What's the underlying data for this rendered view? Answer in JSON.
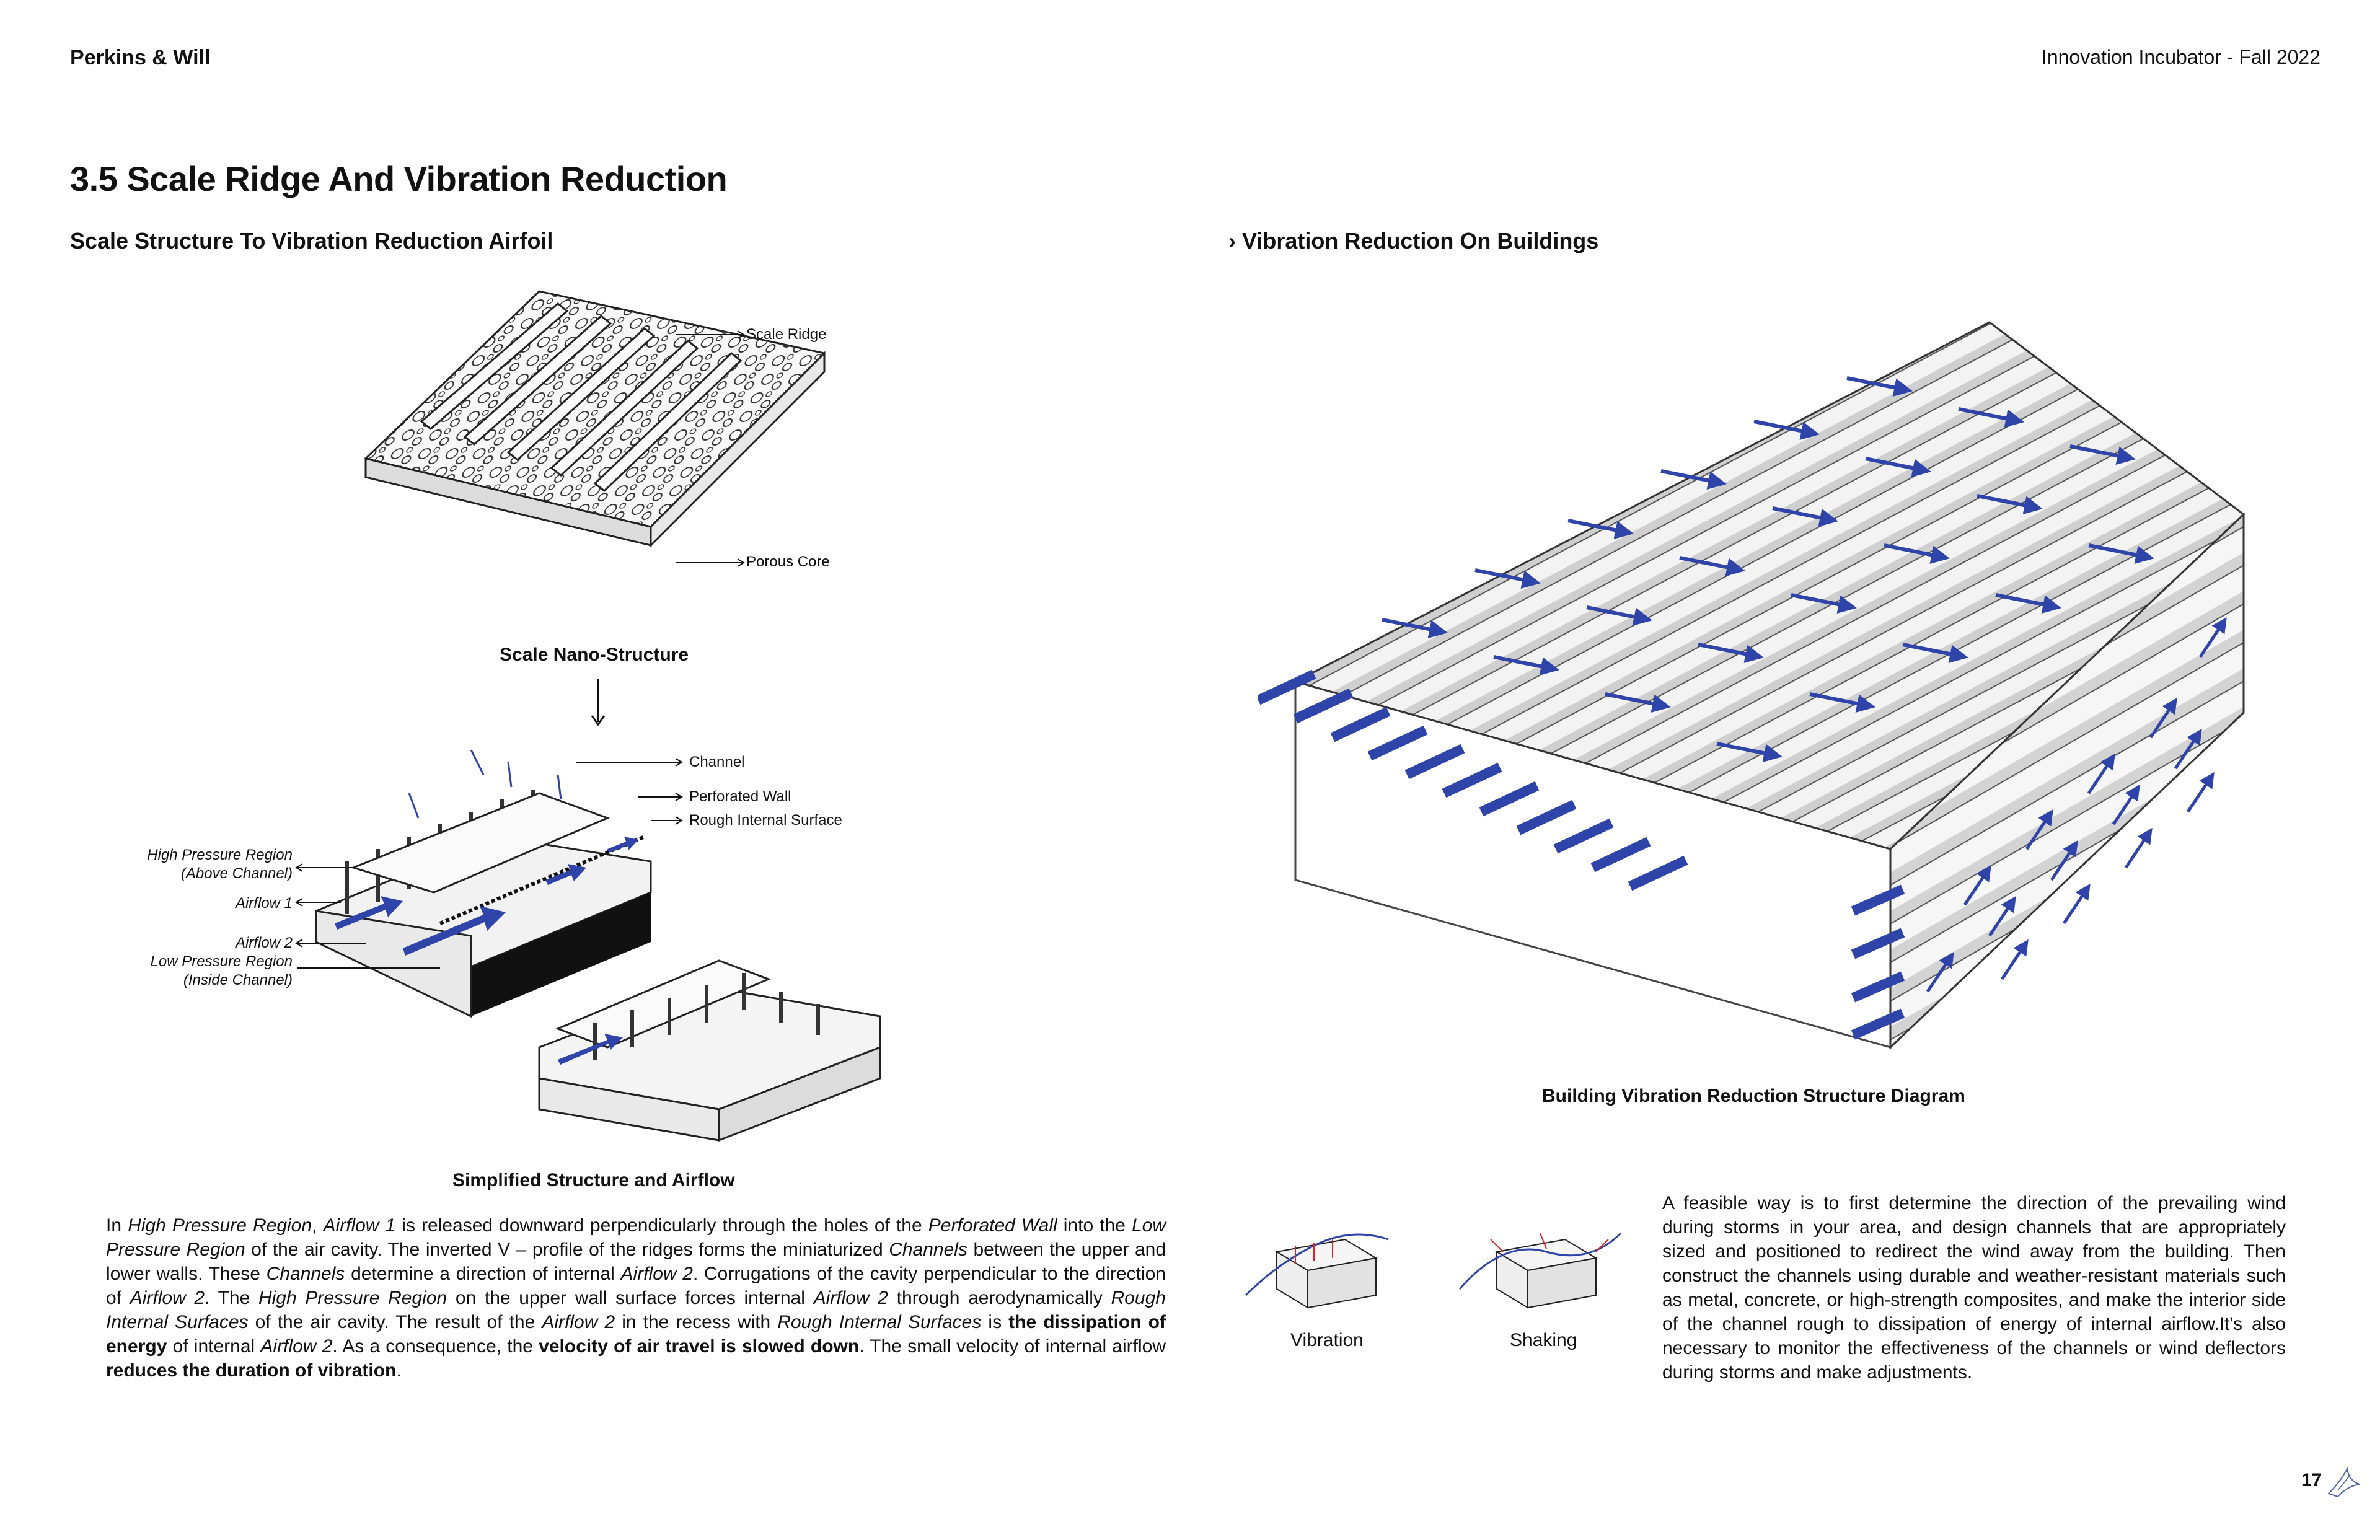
{
  "header": {
    "left": "Perkins & Will",
    "right": "Innovation Incubator - Fall 2022"
  },
  "page_title": "3.5 Scale Ridge And Vibration Reduction",
  "left_subtitle": "Scale Structure To Vibration Reduction Airfoil",
  "right_subtitle": "› Vibration Reduction On Buildings",
  "nano": {
    "caption": "Scale Nano-Structure",
    "label_ridge": "Scale Ridge",
    "label_core": "Porous Core"
  },
  "simplified": {
    "caption": "Simplified Structure and Airflow",
    "label_channel": "Channel",
    "label_perforated": "Perforated Wall",
    "label_rough": "Rough Internal Surface",
    "label_hp_1": "High Pressure Region",
    "label_hp_2": "(Above Channel)",
    "label_airflow1": "Airflow 1",
    "label_airflow2": "Airflow 2",
    "label_lp_1": "Low Pressure Region",
    "label_lp_2": "(Inside Channel)"
  },
  "building": {
    "caption": "Building Vibration Reduction Structure Diagram"
  },
  "mini": {
    "vibration": "Vibration",
    "shaking": "Shaking"
  },
  "body_left": {
    "p1": "In ",
    "p2": "High Pressure Region",
    "p3": ", ",
    "p4": "Airflow 1",
    "p5": " is released downward perpendicularly through the holes of the ",
    "p6": "Perforated Wall",
    "p7": " into the ",
    "p8": "Low Pressure Region",
    "p9": " of the air cavity. The inverted V – profile of the ridges forms the miniaturized ",
    "p10": "Channels",
    "p11": " between the upper and lower walls. These ",
    "p12": "Channels",
    "p13": " determine a direction of internal ",
    "p14": "Airflow 2",
    "p15": ". Corrugations of the cavity perpendicular to the direction of ",
    "p16": "Airflow 2",
    "p17": ". The ",
    "p18": "High Pressure Region",
    "p19": " on the upper wall surface forces internal ",
    "p20": "Airflow 2",
    "p21": " through aerodynamically ",
    "p22": "Rough Internal Surfaces",
    "p23": " of the air cavity. The result of the ",
    "p24": "Airflow 2",
    "p25": " in the recess with ",
    "p26": "Rough Internal Surfaces",
    "p27": " is ",
    "p28": "the dissipation of energy",
    "p29": " of internal ",
    "p30": "Airflow 2",
    "p31": ". As a consequence, the ",
    "p32": "velocity of air travel is slowed down",
    "p33": ". The small velocity of internal airflow ",
    "p34": "reduces the duration of vibration",
    "p35": "."
  },
  "body_right": "A feasible way is to first determine the direction of the prevailing wind during storms in your area, and design channels that are appropriately sized and positioned to redirect the wind away from the building. Then construct the channels using durable and weather-resistant materials such as metal, concrete, or high-strength composites, and make the interior side of the channel rough to dissipation of energy of internal airflow.It's also necessary to monitor the effectiveness of the channels or wind deflectors during storms and make adjustments.",
  "page_number": "17",
  "colors": {
    "arrow": "#2f44a8",
    "ink": "#111111",
    "grey": "#e6e6e6"
  },
  "icons": [
    "down-arrow-icon",
    "bird-logo-icon"
  ]
}
